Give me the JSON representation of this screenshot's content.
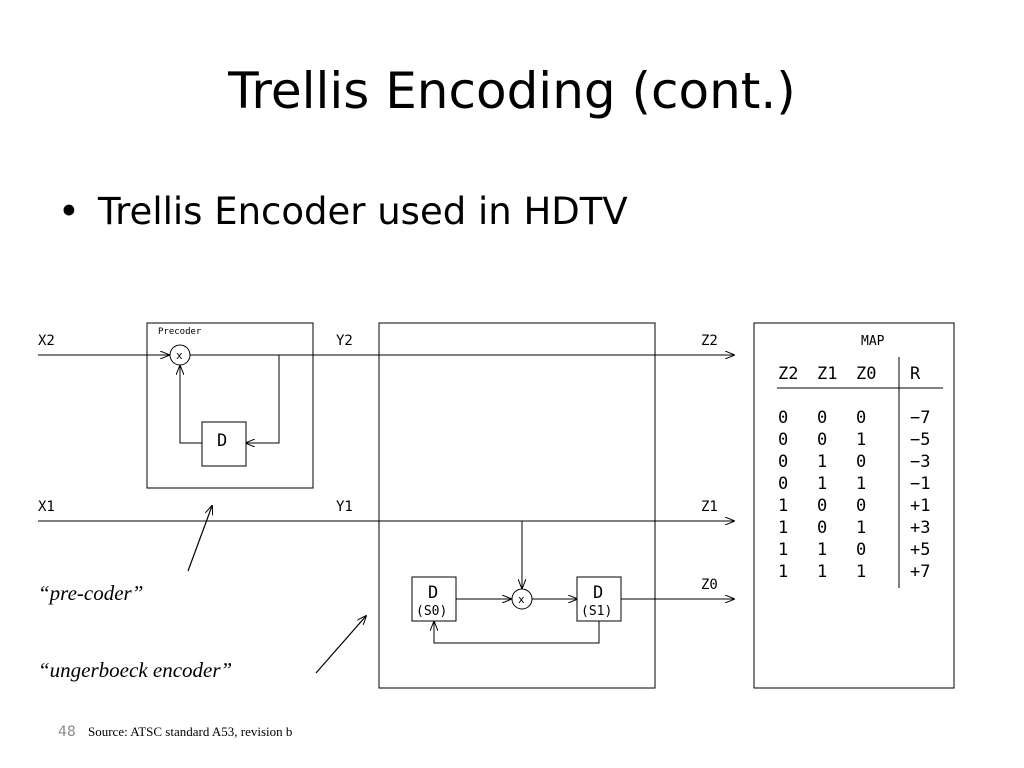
{
  "slide": {
    "title": "Trellis Encoding (cont.)",
    "bullet": "Trellis Encoder used in HDTV",
    "page_number": "48",
    "source": "Source: ATSC standard A53, revision b"
  },
  "diagram": {
    "inputs": {
      "x2": "X2",
      "x1": "X1"
    },
    "mids": {
      "y2": "Y2",
      "y1": "Y1"
    },
    "outputs": {
      "z2": "Z2",
      "z1": "Z1",
      "z0": "Z0"
    },
    "precoder_label": "Precoder",
    "xor_symbol": "x",
    "delay_label": "D",
    "state_s0": "(S0)",
    "state_s1": "(S1)",
    "annotation_precoder": "“pre-coder”",
    "annotation_ungerboeck": "“ungerboeck encoder”",
    "map": {
      "title": "MAP",
      "headers": [
        "Z2",
        "Z1",
        "Z0",
        "R"
      ],
      "rows": [
        [
          "0",
          "0",
          "0",
          "−7"
        ],
        [
          "0",
          "0",
          "1",
          "−5"
        ],
        [
          "0",
          "1",
          "0",
          "−3"
        ],
        [
          "0",
          "1",
          "1",
          "−1"
        ],
        [
          "1",
          "0",
          "0",
          "+1"
        ],
        [
          "1",
          "0",
          "1",
          "+3"
        ],
        [
          "1",
          "1",
          "0",
          "+5"
        ],
        [
          "1",
          "1",
          "1",
          "+7"
        ]
      ]
    }
  }
}
